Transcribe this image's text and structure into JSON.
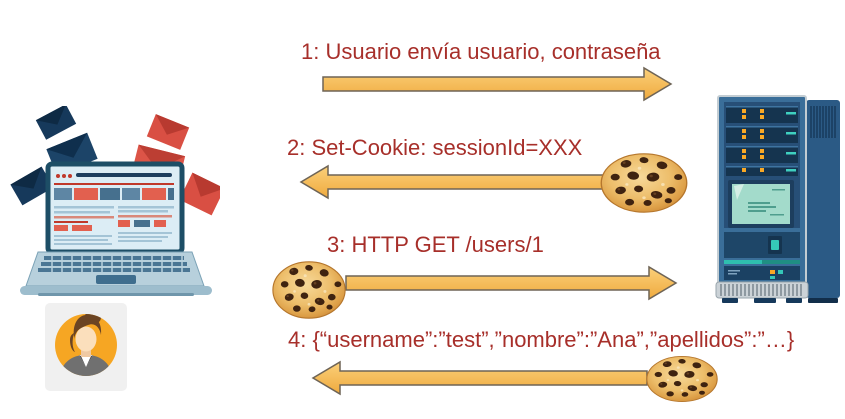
{
  "diagram": {
    "messages": [
      {
        "id": 1,
        "label": "1: Usuario envía usuario, contraseña",
        "direction": "right",
        "cookie_position": "none"
      },
      {
        "id": 2,
        "label": "2: Set-Cookie: sessionId=XXX",
        "direction": "left",
        "cookie_position": "right"
      },
      {
        "id": 3,
        "label": "3: HTTP GET /users/1",
        "direction": "right",
        "cookie_position": "left"
      },
      {
        "id": 4,
        "label": "4: {“username”:”test”,”nombre”:”Ana”,”apellidos”:”…}",
        "direction": "left",
        "cookie_position": "right"
      }
    ],
    "actors": [
      {
        "id": "client",
        "icon": "laptop-email-illustration"
      },
      {
        "id": "user",
        "icon": "businesswoman-avatar"
      },
      {
        "id": "server",
        "icon": "server-tower-illustration"
      }
    ],
    "icons": {
      "cookie": "chocolate-chip-cookie"
    },
    "colors": {
      "message_text": "#A72F2A",
      "arrow_fill_top": "#FBD07A",
      "arrow_fill_bottom": "#EFAA3E",
      "arrow_stroke": "#6E6456",
      "background": "#FFFFFF"
    }
  }
}
